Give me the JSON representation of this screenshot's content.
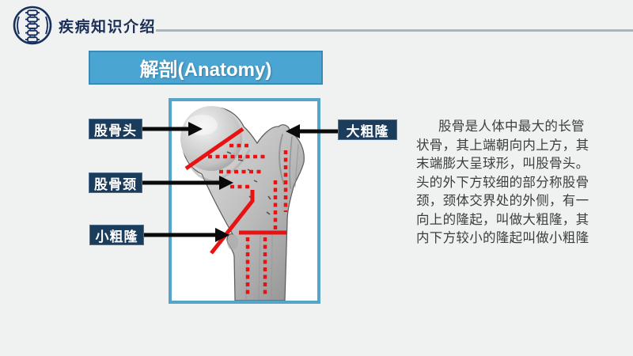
{
  "header": {
    "title": "疾病知识介绍"
  },
  "banner": {
    "label": "解剖(Anatomy)"
  },
  "diagram": {
    "labels": {
      "femoral_head": "股骨头",
      "femoral_neck": "股骨颈",
      "lesser_trochanter": "小粗隆",
      "greater_trochanter": "大粗隆"
    }
  },
  "body": {
    "lines": [
      "股骨是人体中最大的长管",
      "状骨，其上端朝向内上方，其",
      "末端膨大呈球形，叫股骨头。",
      "头的外下方较细的部分称股骨",
      "颈，颈体交界处的外侧，有一",
      "向上的隆起，叫做大粗隆，其",
      "内下方较小的隆起叫做小粗隆"
    ]
  },
  "colors": {
    "background": "#f0f1f1",
    "title_navy": "#1a2e57",
    "banner_blue": "#4ba5d3",
    "banner_border": "#3b8ab3",
    "label_navy": "#1c3c5c",
    "frame_border": "#55a5cb",
    "annotation_red": "#e91212",
    "arrow_black": "#0a0a0a",
    "divider_gray": "#a9b6be",
    "body_text": "#3d3d3d"
  },
  "icons": {
    "logo": "spine-icon"
  }
}
